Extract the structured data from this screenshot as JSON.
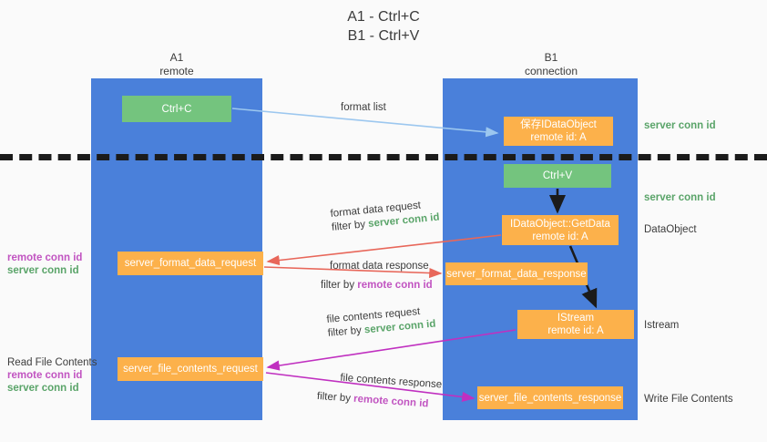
{
  "title": {
    "line1": "A1 - Ctrl+C",
    "line2": "B1 - Ctrl+V"
  },
  "columns": [
    {
      "name": "A1",
      "sub": "remote"
    },
    {
      "name": "B1",
      "sub": "connection"
    }
  ],
  "nodes": {
    "ctrl_c": {
      "line1": "Ctrl+C",
      "line2": "",
      "color": "#74c47e"
    },
    "save_idataobject": {
      "line1": "保存IDataObject",
      "line2": "remote id: A",
      "color": "#fcb14b"
    },
    "ctrl_v": {
      "line1": "Ctrl+V",
      "line2": "",
      "color": "#74c47e"
    },
    "getdata": {
      "line1": "IDataObject::GetData",
      "line2": "remote id: A",
      "color": "#fcb14b"
    },
    "format_data_request": {
      "line1": "server_format_data_request",
      "line2": "",
      "color": "#fcb14b"
    },
    "format_data_response": {
      "line1": "server_format_data_response",
      "line2": "",
      "color": "#fcb14b"
    },
    "istream": {
      "line1": "IStream",
      "line2": "remote id: A",
      "color": "#fcb14b"
    },
    "file_contents_request": {
      "line1": "server_file_contents_request",
      "line2": "",
      "color": "#fcb14b"
    },
    "file_contents_response": {
      "line1": "server_file_contents_response",
      "line2": "",
      "color": "#fcb14b"
    }
  },
  "edge_labels": {
    "format_list": "format list",
    "format_data_request": "format data request",
    "format_data_request_filter_prefix": "filter by ",
    "format_data_request_filter_key": "server conn id",
    "format_data_response": "format data response",
    "format_data_response_filter_prefix": "filter by ",
    "format_data_response_filter_key": "remote conn id",
    "file_contents_request": "file contents request",
    "file_contents_request_filter_prefix": "filter by ",
    "file_contents_request_filter_key": "server conn id",
    "file_contents_response": "file contents response",
    "file_contents_response_filter_prefix": "filter by ",
    "file_contents_response_filter_key": "remote conn id"
  },
  "right_annotations": {
    "server_conn_id_top": "server conn id",
    "server_conn_id_mid": "server conn id",
    "dataobject": "DataObject",
    "istream": "Istream",
    "write_file_contents": "Write File Contents"
  },
  "left_annotations": {
    "remote_conn_id_1": "remote conn id",
    "server_conn_id_1": "server conn id",
    "read_file_contents": "Read File Contents",
    "remote_conn_id_2": "remote conn id",
    "server_conn_id_2": "server conn id"
  },
  "colors": {
    "lane": "#4a80da",
    "green_node": "#74c47e",
    "orange_node": "#fcb14b",
    "green_text": "#5aa469",
    "purple_text": "#c154c1",
    "red_arrow": "#e8675a",
    "magenta_arrow": "#c030c0",
    "lightblue_arrow": "#9cc7ef",
    "black_arrow": "#1b1b1b",
    "background": "#fafafa"
  }
}
